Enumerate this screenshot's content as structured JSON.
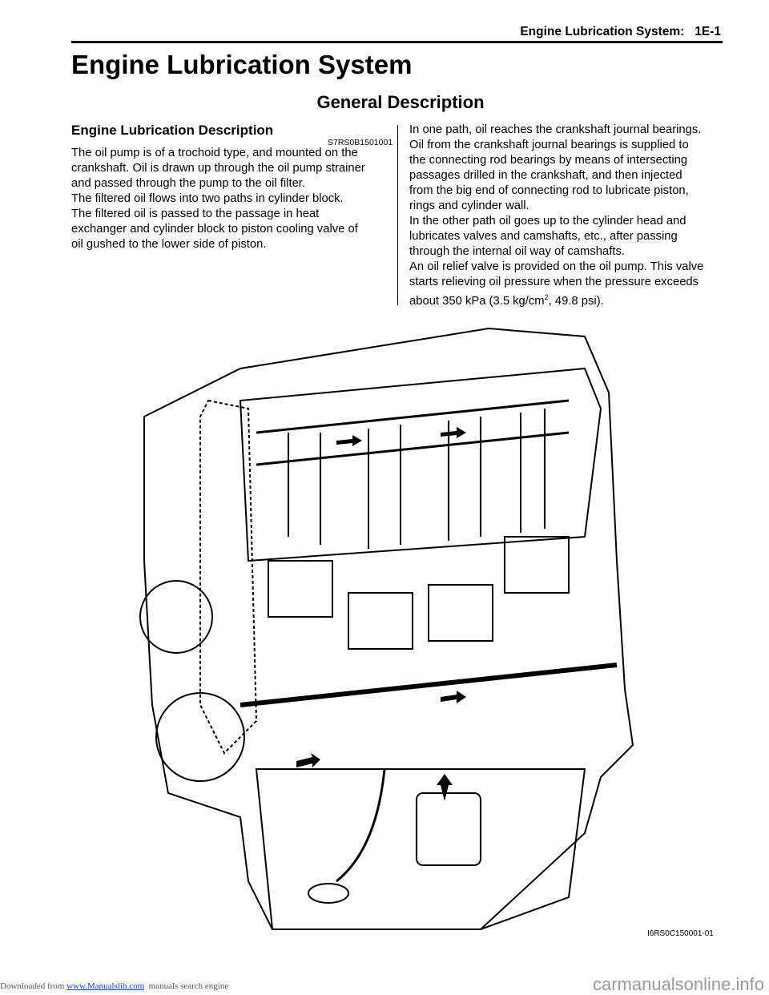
{
  "header": {
    "running_title": "Engine Lubrication System:",
    "page_number": "1E-1"
  },
  "title": "Engine Lubrication System",
  "subtitle": "General Description",
  "section": {
    "heading": "Engine Lubrication Description",
    "code": "S7RS0B1501001",
    "left_lines": [
      "The oil pump is of a trochoid type, and mounted on the",
      "crankshaft. Oil is drawn up through the oil pump strainer",
      "and passed through the pump to the oil filter.",
      "The filtered oil flows into two paths in cylinder block.",
      "The filtered oil is passed to the passage in heat",
      "exchanger and cylinder block to piston cooling valve of",
      "oil gushed to the lower side of piston."
    ],
    "right_lines": [
      "In one path, oil reaches the crankshaft journal bearings.",
      "Oil from the crankshaft journal bearings is supplied to",
      "the connecting rod bearings by means of intersecting",
      "passages drilled in the crankshaft, and then injected",
      "from the big end of connecting rod to lubricate piston,",
      "rings and cylinder wall.",
      "In the other path oil goes up to the cylinder head and",
      "lubricates valves and camshafts, etc., after passing",
      "through the internal oil way of camshafts.",
      "An oil relief valve is provided on the oil pump. This valve",
      "starts relieving oil pressure when the pressure exceeds"
    ],
    "last_line_pre": "about 350 kPa (3.5 kg/cm",
    "last_line_sup": "2",
    "last_line_post": ", 49.8 psi)."
  },
  "figure": {
    "code": "I6RS0C150001-01"
  },
  "footer": {
    "prefix": "Downloaded from",
    "link": "www.Manualslib.com",
    "suffix": "manuals search engine",
    "watermark": "carmanualsonline.info"
  }
}
